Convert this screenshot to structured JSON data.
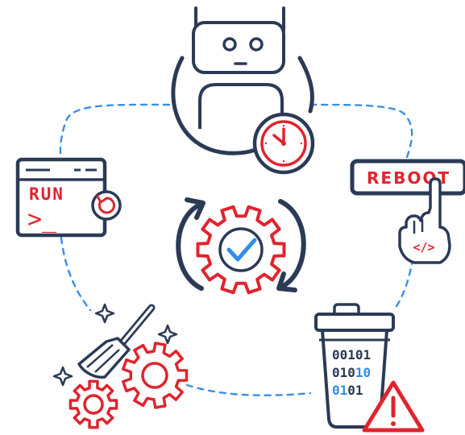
{
  "colors": {
    "navy": "#2b3a55",
    "red": "#e0242e",
    "blue": "#2e8fe8",
    "dash_blue": "#3a8ee6",
    "white": "#ffffff"
  },
  "run_panel": {
    "label": "RUN",
    "prompt": ">_"
  },
  "reboot_button": {
    "label": "REBOOT"
  },
  "hand": {
    "code_tag": "</>"
  },
  "trash": {
    "lines": [
      "00101",
      "01010",
      "0101"
    ]
  },
  "icons": [
    "robot-icon",
    "clock-icon",
    "terminal-window-icon",
    "refresh-icon",
    "reboot-button-icon",
    "pointing-hand-icon",
    "cycle-arrows-icon",
    "gear-check-icon",
    "broom-icon",
    "sparkle-icon",
    "gears-icon",
    "trash-bin-icon",
    "warning-icon"
  ]
}
